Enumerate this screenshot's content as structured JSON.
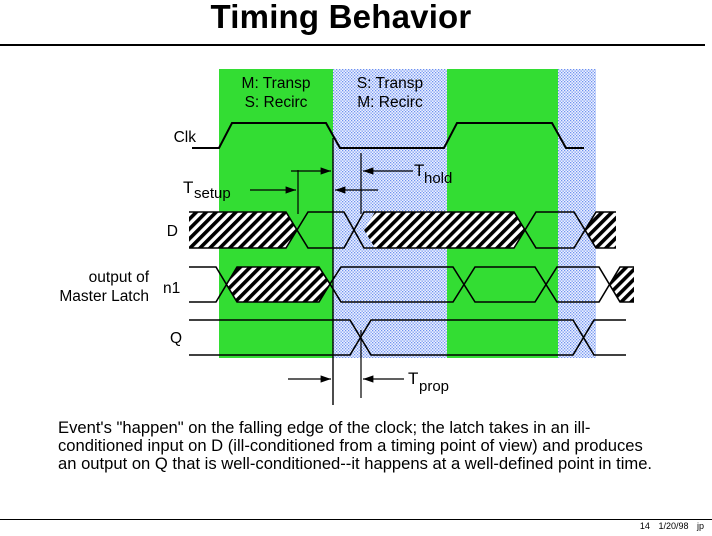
{
  "title": "Timing Behavior",
  "phase_labels": {
    "green_line1": "M: Transp",
    "green_line2": "S: Recirc",
    "blue_line1": "S: Transp",
    "blue_line2": "M: Recirc"
  },
  "signals": {
    "clk": "Clk",
    "d": "D",
    "n1": "n1",
    "q": "Q",
    "master_line1": "output of",
    "master_line2": "Master Latch"
  },
  "annotations": {
    "t_setup_main": "T",
    "t_setup_sub": "setup",
    "t_hold_main": "T",
    "t_hold_sub": "hold",
    "t_prop_main": "T",
    "t_prop_sub": "prop"
  },
  "colors": {
    "green": "#33dd33",
    "blue_dot": "#6e92f0",
    "blue_bg": "#eef2ff"
  },
  "body_text": "Event's \"happen\" on the falling edge of the clock; the latch takes in an ill-conditioned input on D (ill-conditioned from a timing point of view) and produces an output on Q that is well-conditioned--it happens at a well-defined point in time.",
  "footer": {
    "page": "14",
    "date": "1/20/98",
    "initials": "jp"
  }
}
